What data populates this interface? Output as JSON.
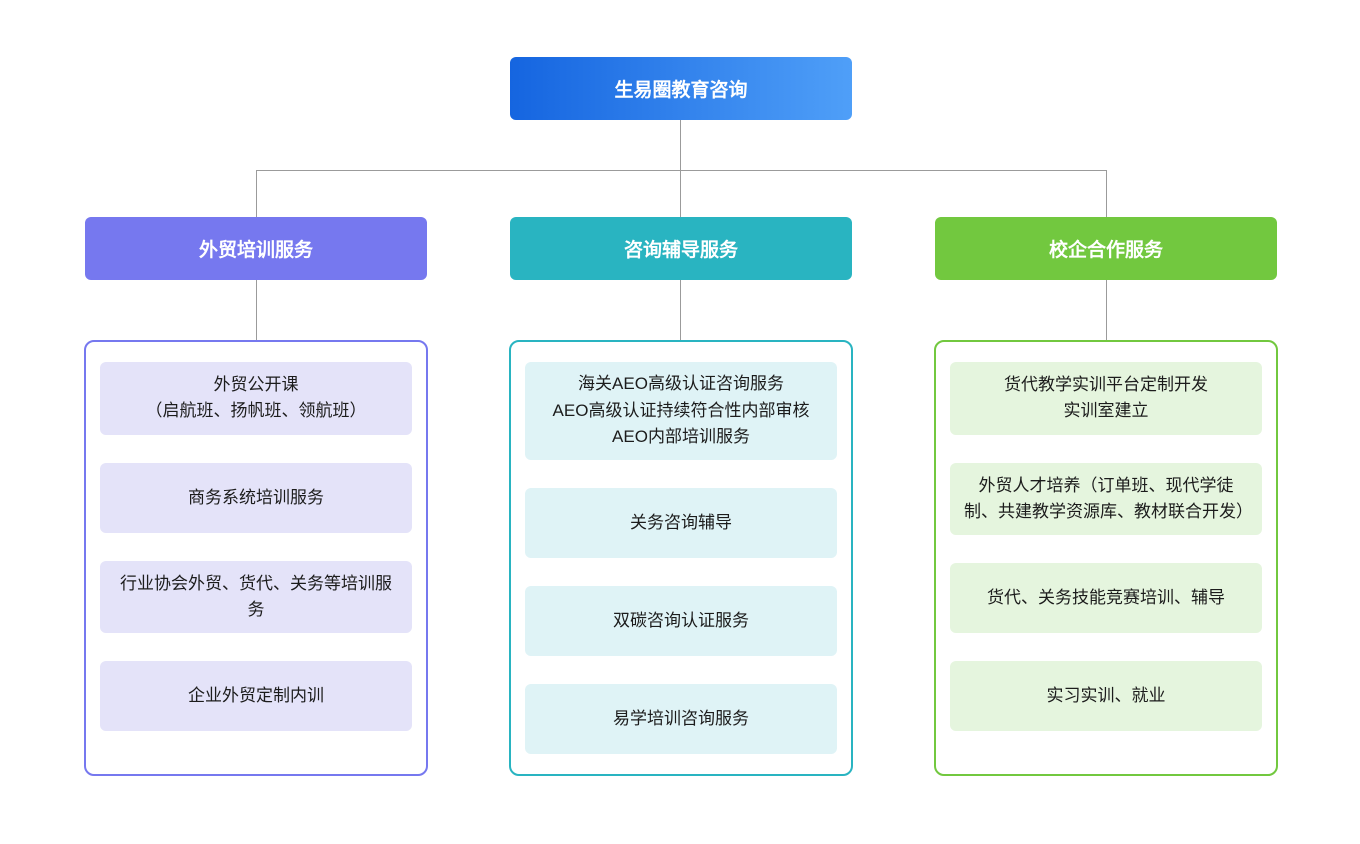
{
  "root": {
    "label": "生易圈教育咨询"
  },
  "colors": {
    "root-grad-start": "#1565e0",
    "root-grad-end": "#4f9ff8",
    "branch1": "#7678ef",
    "branch1-light": "#e4e3f9",
    "branch2": "#29b4c1",
    "branch2-light": "#dff3f6",
    "branch3": "#72c83f",
    "branch3-light": "#e5f5de",
    "connector": "#9b9b9b"
  },
  "branches": [
    {
      "label": "外贸培训服务",
      "items": [
        "外贸公开课\n（启航班、扬帆班、领航班）",
        "商务系统培训服务",
        "行业协会外贸、货代、关务等培训服务",
        "企业外贸定制内训"
      ]
    },
    {
      "label": "咨询辅导服务",
      "items": [
        "海关AEO高级认证咨询服务\nAEO高级认证持续符合性内部审核\nAEO内部培训服务",
        "关务咨询辅导",
        "双碳咨询认证服务",
        "易学培训咨询服务"
      ]
    },
    {
      "label": "校企合作服务",
      "items": [
        "货代教学实训平台定制开发\n实训室建立",
        "外贸人才培养（订单班、现代学徒制、共建教学资源库、教材联合开发）",
        "货代、关务技能竞赛培训、辅导",
        "实习实训、就业"
      ]
    }
  ]
}
